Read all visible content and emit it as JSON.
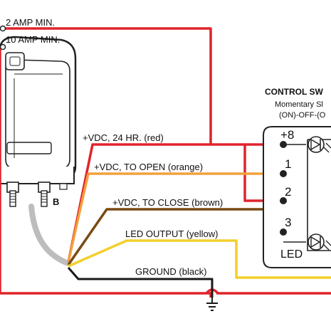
{
  "labels": {
    "amp2": "2 AMP MIN.",
    "amp10": "10 AMP MIN.",
    "vdc24": "+VDC, 24 HR. (red)",
    "vdc_open": "+VDC, TO OPEN (orange)",
    "vdc_close": "+VDC, TO CLOSE (brown)",
    "led_output": "LED OUTPUT (yellow)",
    "ground": "GROUND (black)",
    "control_title": "CONTROL SW",
    "control_sub1": "Momentary Sl",
    "control_sub2": "(ON)-OFF-(O",
    "pin_plus8": "+8",
    "pin_1": "1",
    "pin_2": "2",
    "pin_3": "3",
    "led": "LED",
    "terminal_b": "B"
  },
  "colors": {
    "red": "#e0242b",
    "orange": "#f2a03d",
    "brown": "#7a4a12",
    "yellow": "#f3cf2c",
    "black": "#1a1a1a",
    "grey": "#bdbdbd"
  },
  "icons": [
    "battery-switch-device",
    "diode-led-icon",
    "ground-symbol-icon",
    "fuse-circle-icon"
  ]
}
